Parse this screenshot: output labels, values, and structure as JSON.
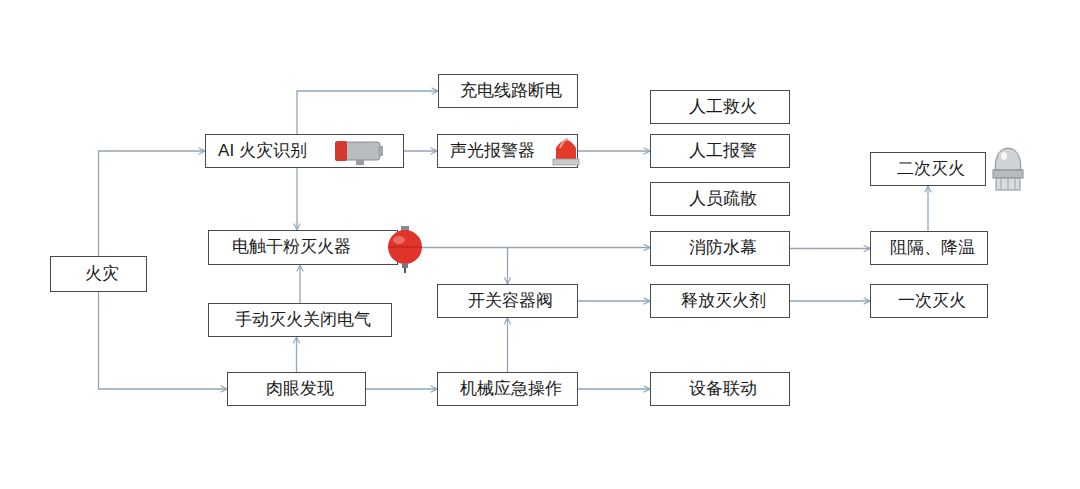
{
  "diagram": {
    "nodes": [
      {
        "text": [
          "充电线路断电"
        ]
      },
      {
        "text": [
          "AI 火灾识别"
        ]
      },
      {
        "text": [
          "声光报警器"
        ]
      },
      {
        "text": [
          "人工救火"
        ]
      },
      {
        "text": [
          "人工报警"
        ]
      },
      {
        "text": [
          "人员疏散"
        ]
      },
      {
        "text": [
          "二次灭火"
        ]
      },
      {
        "text": [
          "火灾"
        ]
      },
      {
        "text": [
          "电触干粉灭火器"
        ]
      },
      {
        "text": [
          "消防水幕"
        ]
      },
      {
        "text": [
          "阻隔、降温"
        ]
      },
      {
        "text": [
          "开关容器阀"
        ]
      },
      {
        "text": [
          "释放灭火剂"
        ]
      },
      {
        "text": [
          "一次灭火"
        ]
      },
      {
        "text": [
          "手动灭火关闭电气"
        ]
      },
      {
        "text": [
          "肉眼发现"
        ]
      },
      {
        "text": [
          "机械应急操作"
        ]
      },
      {
        "text": [
          "设备联动"
        ]
      }
    ],
    "edges": [
      {
        "from": 7,
        "to": 1,
        "arrow": "to"
      },
      {
        "from": 7,
        "to": 15,
        "arrow": "to"
      },
      {
        "from": 1,
        "to": 0,
        "arrow": "to"
      },
      {
        "from": 1,
        "to": 2,
        "arrow": "to"
      },
      {
        "from": 2,
        "to": 4,
        "arrow": "to"
      },
      {
        "from": 1,
        "to": 8,
        "arrow": "to"
      },
      {
        "from": 8,
        "to": 9,
        "arrow": "to"
      },
      {
        "from": 9,
        "to": 10,
        "arrow": "to"
      },
      {
        "from": 10,
        "to": 6,
        "arrow": "to"
      },
      {
        "from": 8,
        "to": 11,
        "arrow": "to"
      },
      {
        "from": 11,
        "to": 12,
        "arrow": "to"
      },
      {
        "from": 12,
        "to": 13,
        "arrow": "to"
      },
      {
        "from": 14,
        "to": 8,
        "arrow": "to"
      },
      {
        "from": 15,
        "to": 14,
        "arrow": "to"
      },
      {
        "from": 15,
        "to": 16,
        "arrow": "to"
      },
      {
        "from": 16,
        "to": 11,
        "arrow": "to"
      },
      {
        "from": 16,
        "to": 17,
        "arrow": "to"
      }
    ]
  }
}
